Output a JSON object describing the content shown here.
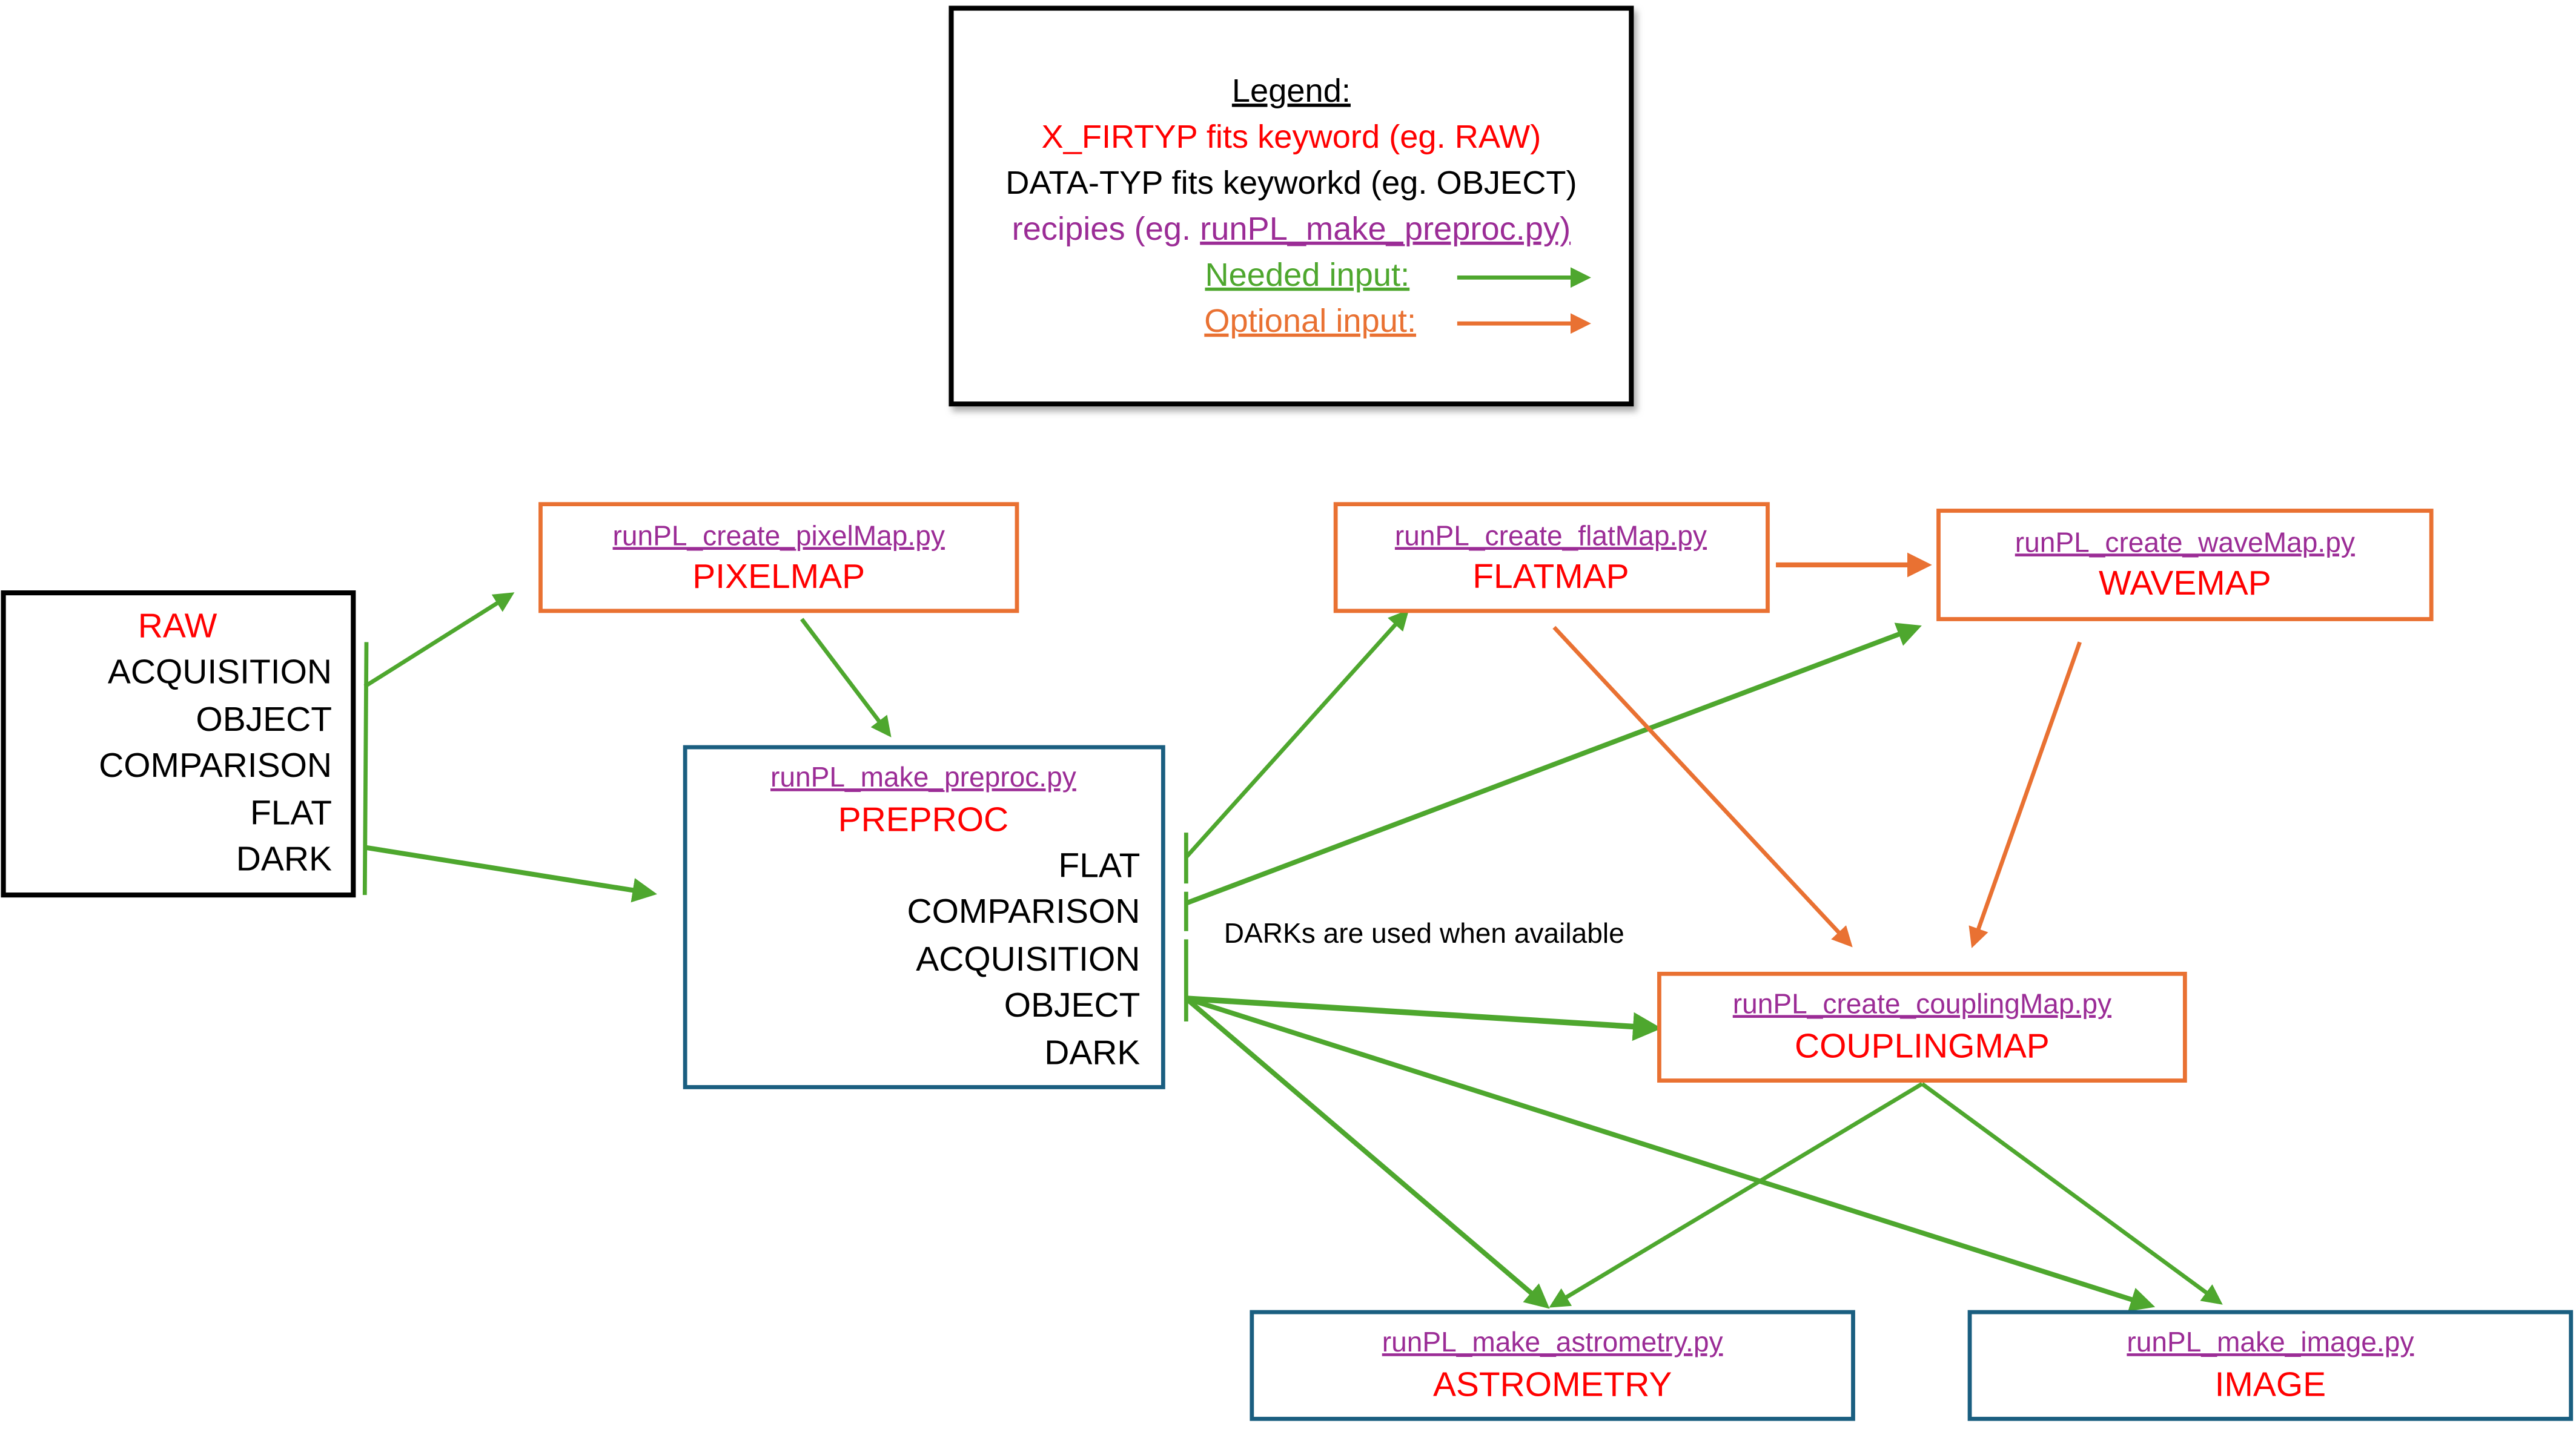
{
  "colors": {
    "needed": "#4ea72e",
    "optional": "#e97132",
    "fits_keyword": "#ff0000",
    "recipe": "#9b2c96",
    "product_box": "#e97132",
    "process_box": "#1a5e80",
    "raw_box": "#000000"
  },
  "legend": {
    "title": "Legend:",
    "fits_line": "X_FIRTYP fits keyword (eg. RAW)",
    "dtype_line": "DATA-TYP fits keyworkd (eg. OBJECT)",
    "recipe_prefix": "recipies (eg. ",
    "recipe_example": "runPL_make_preproc.py)",
    "needed_label": "Needed input:",
    "optional_label": "Optional input:"
  },
  "raw": {
    "fits": "RAW",
    "types": [
      "ACQUISITION",
      "OBJECT",
      "COMPARISON",
      "FLAT",
      "DARK"
    ]
  },
  "pixelmap": {
    "recipe": "runPL_create_pixelMap.py",
    "fits": "PIXELMAP"
  },
  "flatmap": {
    "recipe": "runPL_create_flatMap.py",
    "fits": "FLATMAP"
  },
  "wavemap": {
    "recipe": "runPL_create_waveMap.py",
    "fits": "WAVEMAP"
  },
  "preproc": {
    "recipe": "runPL_make_preproc.py",
    "fits": "PREPROC",
    "types": [
      "FLAT",
      "COMPARISON",
      "ACQUISITION",
      "OBJECT",
      "DARK"
    ]
  },
  "couplingmap": {
    "recipe": "runPL_create_couplingMap.py",
    "fits": "COUPLINGMAP"
  },
  "astrometry": {
    "recipe": "runPL_make_astrometry.py",
    "fits": "ASTROMETRY"
  },
  "image": {
    "recipe": "runPL_make_image.py",
    "fits": "IMAGE"
  },
  "note": "DARKs are used when available",
  "edges": [
    {
      "from": "RAW",
      "to": "PIXELMAP",
      "kind": "needed"
    },
    {
      "from": "RAW",
      "to": "PREPROC",
      "kind": "needed"
    },
    {
      "from": "PIXELMAP",
      "to": "PREPROC",
      "kind": "needed"
    },
    {
      "from": "PREPROC (FLAT)",
      "to": "FLATMAP",
      "kind": "needed"
    },
    {
      "from": "PREPROC (COMPARISON)",
      "to": "WAVEMAP",
      "kind": "needed"
    },
    {
      "from": "FLATMAP",
      "to": "WAVEMAP",
      "kind": "optional"
    },
    {
      "from": "FLATMAP",
      "to": "COUPLINGMAP",
      "kind": "optional"
    },
    {
      "from": "WAVEMAP",
      "to": "COUPLINGMAP",
      "kind": "optional"
    },
    {
      "from": "PREPROC (OBJECT)",
      "to": "COUPLINGMAP",
      "kind": "needed"
    },
    {
      "from": "PREPROC (OBJECT)",
      "to": "ASTROMETRY",
      "kind": "needed"
    },
    {
      "from": "PREPROC (OBJECT)",
      "to": "IMAGE",
      "kind": "needed"
    },
    {
      "from": "COUPLINGMAP",
      "to": "ASTROMETRY",
      "kind": "needed"
    },
    {
      "from": "COUPLINGMAP",
      "to": "IMAGE",
      "kind": "needed"
    }
  ]
}
